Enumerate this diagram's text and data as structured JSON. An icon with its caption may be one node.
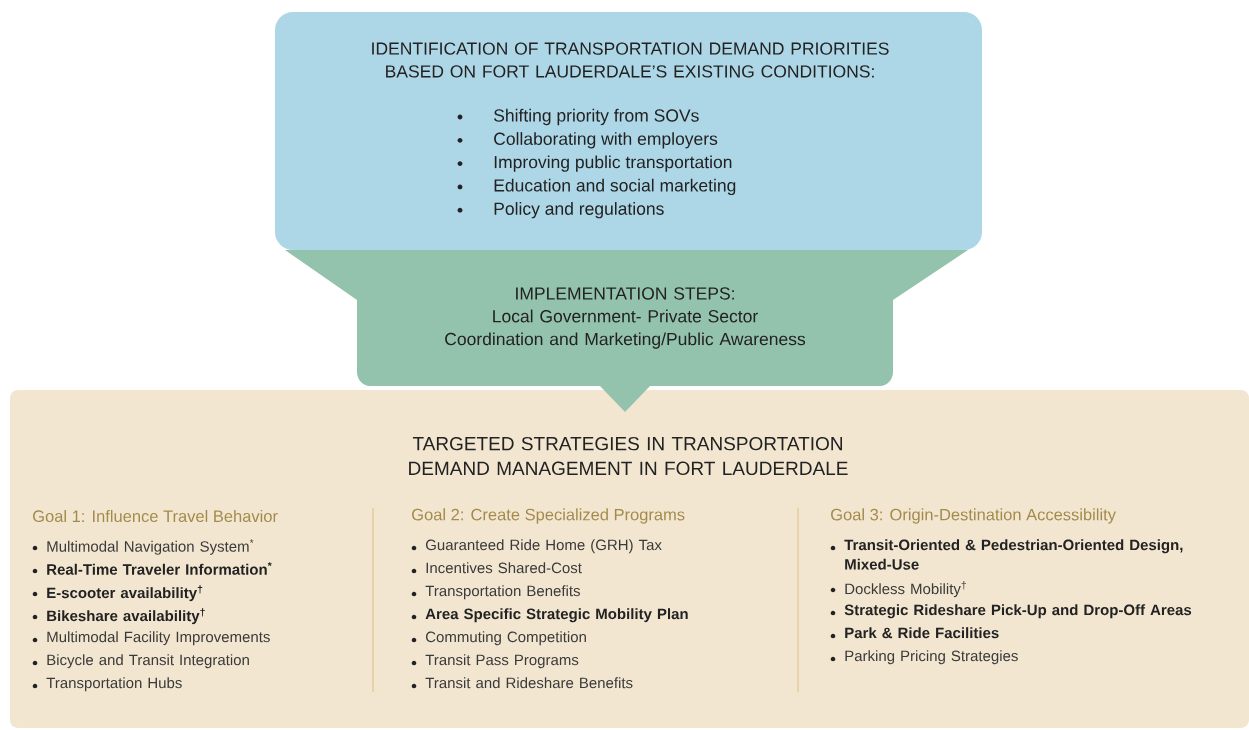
{
  "diagram": {
    "nodes": [
      {
        "text": [
          "IDENTIFICATION OF TRANSPORTATION DEMAND PRIORITIES BASED ON FORT LAUDERDALE’S EXISTING CONDITIONS:",
          "Shifting priority from SOVs",
          "Collaborating with employers",
          "Improving public transportation",
          "Education and social marketing",
          "Policy and regulations"
        ]
      },
      {
        "text": [
          "IMPLEMENTATION STEPS:",
          "Local Government- Private Sector Coordination and Marketing/Public Awareness"
        ]
      },
      {
        "text": [
          "TARGETED STRATEGIES IN TRANSPORTATION DEMAND MANAGEMENT IN FORT LAUDERDALE",
          "Goal 1: Influence Travel Behavior",
          "Multimodal Navigation System$^{*}$",
          "Real-Time Traveler Information$^{*}$",
          "E-scooter availability$^{†}$",
          "Bikeshare availability$^{†}$",
          "Multimodal Facility Improvements",
          "Bicycle and Transit Integration",
          "Transportation Hubs",
          "Goal 2: Create Specialized Programs",
          "Guaranteed Ride Home (GRH) Tax",
          "Incentives Shared-Cost",
          "Transportation Benefits",
          "Area Specific Strategic Mobility Plan",
          "Commuting Competition",
          "Transit Pass Programs",
          "Transit and Rideshare Benefits",
          "Goal 3: Origin-Destination Accessibility",
          "Transit-Oriented & Pedestrian-Oriented Design, Mixed-Use",
          "Dockless Mobility$^{†}$",
          "Strategic Rideshare Pick-Up and Drop-Off Areas",
          "Park & Ride Facilities",
          "Parking Pricing Strategies"
        ]
      }
    ]
  }
}
